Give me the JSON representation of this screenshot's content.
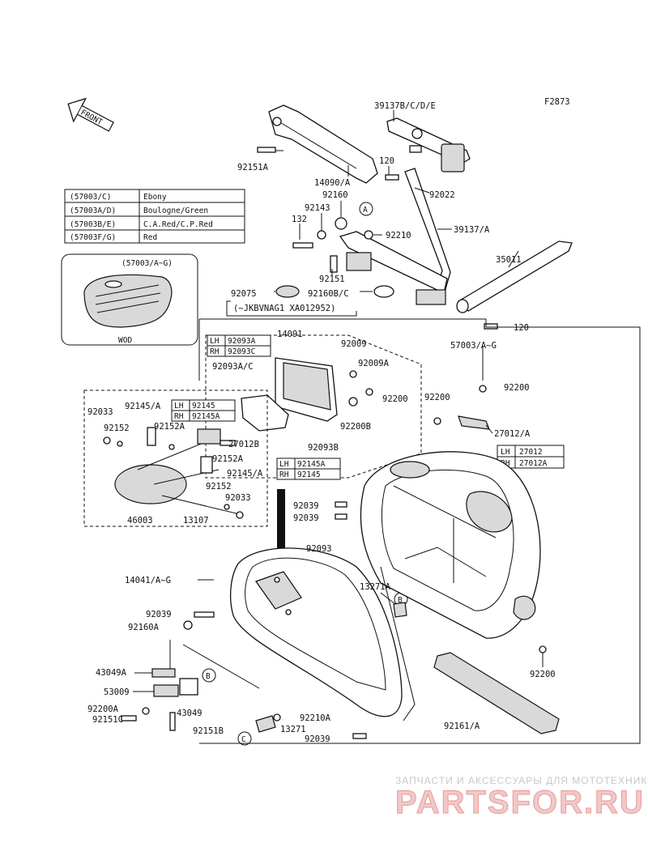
{
  "figure_code": "F2873",
  "front_label": "FRONT",
  "color_table": [
    {
      "code": "(57003/C)",
      "color": "Ebony"
    },
    {
      "code": "(57003A/D)",
      "color": "Boulogne/Green"
    },
    {
      "code": "(57003B/E)",
      "color": "C.A.Red/C.P.Red"
    },
    {
      "code": "(57003F/G)",
      "color": "Red"
    }
  ],
  "inset": {
    "title": "(57003/A~G)",
    "caption": "WOD"
  },
  "note_range": "(~JKBVNAG1 XA012952)",
  "callouts": {
    "p39137bcde": "39137B/C/D/E",
    "p92151a": "92151A",
    "p14090a": "14090/A",
    "p120a": "120",
    "p92160": "92160",
    "p92022": "92022",
    "p92143": "92143",
    "p132": "132",
    "p92210": "92210",
    "p39137a": "39137/A",
    "p92151": "92151",
    "p35011": "35011",
    "p92075": "92075",
    "p92160bc": "92160B/C",
    "p120b": "120",
    "p14091": "14091",
    "p92009": "92009",
    "p92009a": "92009A",
    "p57003ag": "57003/A~G",
    "p92093ac": "92093A/C",
    "p92200a": "92200",
    "p92200b": "92200",
    "p92200c": "92200",
    "p92200B": "92200B",
    "p92033a": "92033",
    "p92145a": "92145/A",
    "p92152a": "92152",
    "p92152A": "92152A",
    "p27012b": "27012B",
    "p27012a": "27012/A",
    "p92093b": "92093B",
    "p92152A2": "92152A",
    "p92145a2": "92145/A",
    "p92152b": "92152",
    "p92033b": "92033",
    "p46003": "46003",
    "p13107": "13107",
    "p92039a": "92039",
    "p92039b": "92039",
    "p92093": "92093",
    "p14041": "14041/A~G",
    "p13271a": "13271A",
    "p92039c": "92039",
    "p92160a": "92160A",
    "p43049a": "43049A",
    "p53009": "53009",
    "p92200A": "92200A",
    "p43049": "43049",
    "p92151c": "92151C",
    "p92151b": "92151B",
    "p92210a": "92210A",
    "p13271": "13271",
    "p92039d": "92039",
    "p92200d": "92200",
    "p92161a": "92161/A"
  },
  "lr_tables": {
    "t1": [
      {
        "side": "LH",
        "part": "92093A"
      },
      {
        "side": "RH",
        "part": "92093C"
      }
    ],
    "t2": [
      {
        "side": "LH",
        "part": "92145"
      },
      {
        "side": "RH",
        "part": "92145A"
      }
    ],
    "t3": [
      {
        "side": "LH",
        "part": "92145A"
      },
      {
        "side": "RH",
        "part": "92145"
      }
    ],
    "t4": [
      {
        "side": "LH",
        "part": "27012"
      },
      {
        "side": "RH",
        "part": "27012A"
      }
    ]
  },
  "ref_markers": [
    "A",
    "A",
    "B",
    "B",
    "C",
    "C"
  ],
  "watermark": {
    "line1": "ЗАПЧАСТИ И АКСЕССУАРЫ ДЛЯ МОТОТЕХНИКИ",
    "line2": "PARTSFOR.RU"
  }
}
